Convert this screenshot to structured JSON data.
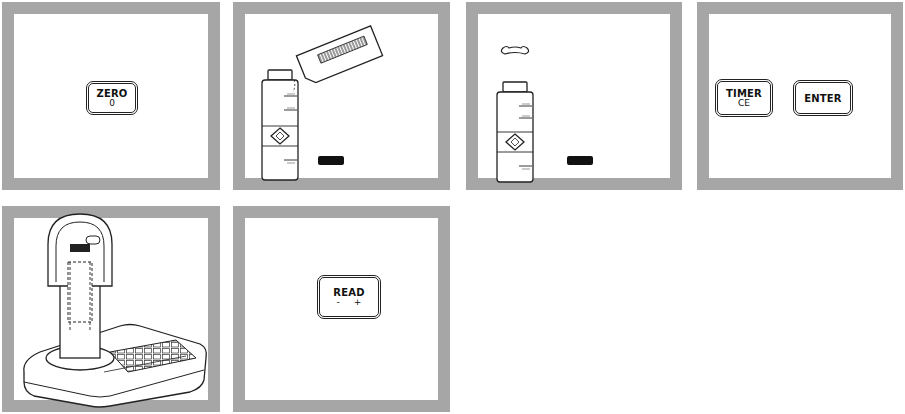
{
  "diagram": {
    "nodes": [
      {
        "text": [
          "ZERO",
          "0"
        ]
      },
      {
        "text": [
          "TIMER",
          "CE"
        ]
      },
      {
        "text": [
          "ENTER"
        ]
      },
      {
        "text": [
          "READ",
          "-",
          "+"
        ]
      }
    ]
  }
}
